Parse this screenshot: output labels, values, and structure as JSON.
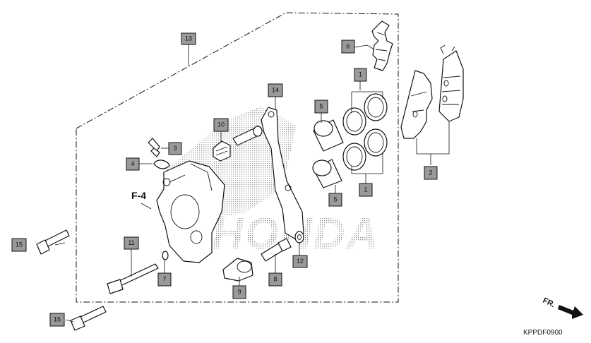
{
  "diagram": {
    "figure_code": "KPPDF0900",
    "view_reference": "F-4",
    "front_marker": "FR.",
    "watermark": "HONDA",
    "callouts": [
      {
        "id": "c13",
        "label": "13"
      },
      {
        "id": "c6",
        "label": "6"
      },
      {
        "id": "c1a",
        "label": "1"
      },
      {
        "id": "c1b",
        "label": "1"
      },
      {
        "id": "c14",
        "label": "14"
      },
      {
        "id": "c5a",
        "label": "5"
      },
      {
        "id": "c5b",
        "label": "5"
      },
      {
        "id": "c10",
        "label": "10"
      },
      {
        "id": "c3",
        "label": "3"
      },
      {
        "id": "c4",
        "label": "4"
      },
      {
        "id": "c2",
        "label": "2"
      },
      {
        "id": "c15a",
        "label": "15"
      },
      {
        "id": "c11",
        "label": "11"
      },
      {
        "id": "c7",
        "label": "7"
      },
      {
        "id": "c12",
        "label": "12"
      },
      {
        "id": "c8",
        "label": "8"
      },
      {
        "id": "c9",
        "label": "9"
      },
      {
        "id": "c15b",
        "label": "15"
      }
    ]
  }
}
